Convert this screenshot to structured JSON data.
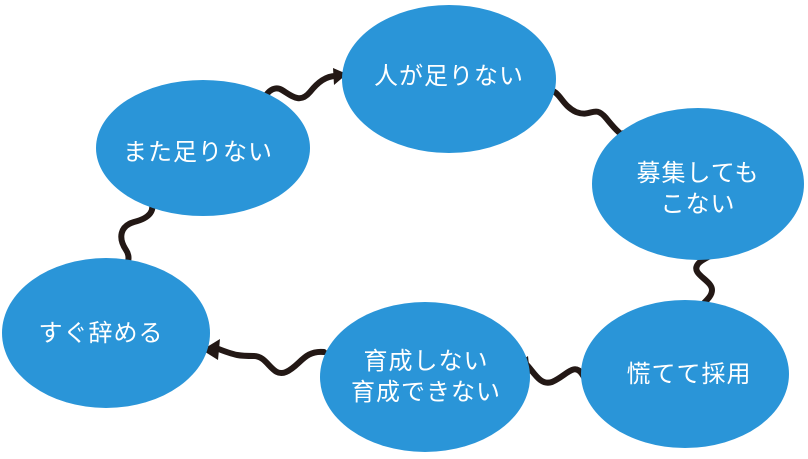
{
  "diagram": {
    "fill_color": "#2a95d8",
    "text_color": "#ffffff",
    "arrow_color": "#231815",
    "nodes": [
      {
        "id": "n-top",
        "label": "人が足りない"
      },
      {
        "id": "n-r1",
        "label": "募集しても\nこない"
      },
      {
        "id": "n-r2",
        "label": "慌てて採用"
      },
      {
        "id": "n-mid",
        "label": "育成しない\n育成できない"
      },
      {
        "id": "n-left",
        "label": "すぐ辞める"
      },
      {
        "id": "n-tl",
        "label": "また足りない"
      }
    ],
    "edges": [
      {
        "from": "n-top",
        "to": "n-r1"
      },
      {
        "from": "n-r1",
        "to": "n-r2"
      },
      {
        "from": "n-r2",
        "to": "n-mid"
      },
      {
        "from": "n-mid",
        "to": "n-left"
      },
      {
        "from": "n-left",
        "to": "n-tl"
      },
      {
        "from": "n-tl",
        "to": "n-top"
      }
    ]
  }
}
